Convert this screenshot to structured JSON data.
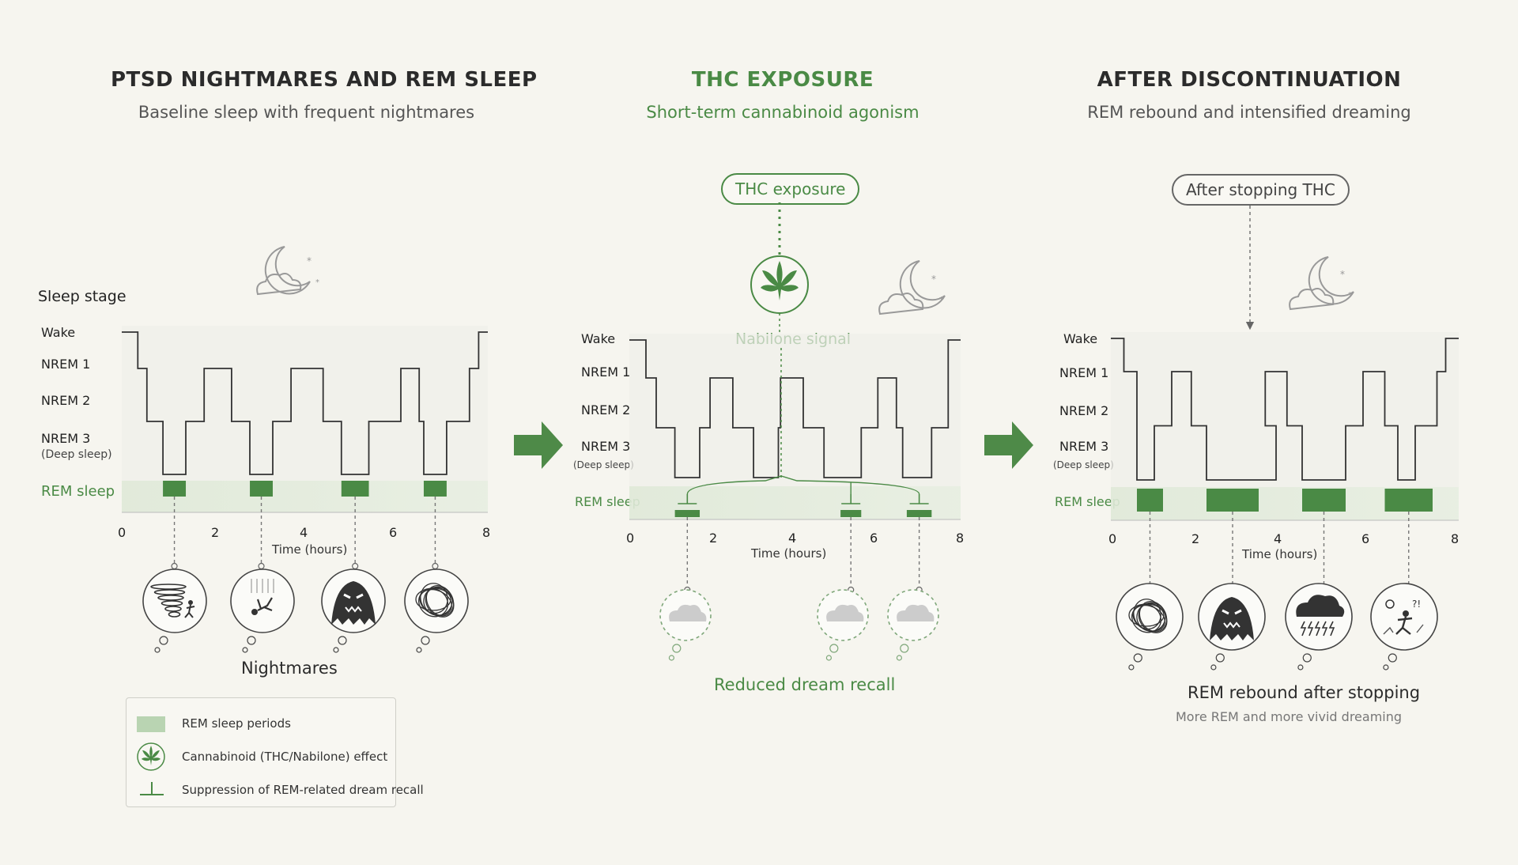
{
  "panels": [
    {
      "title": "PTSD NIGHTMARES AND REM SLEEP",
      "subtitle": "Baseline sleep with frequent nightmares"
    },
    {
      "title": "THC EXPOSURE",
      "subtitle": "Short-term cannabinoid agonism"
    },
    {
      "title": "AFTER DISCONTINUATION",
      "subtitle": "REM rebound and intensified dreaming"
    }
  ],
  "y_axis_title": "Sleep stage",
  "stage_labels": {
    "wake": "Wake",
    "nrem1": "NREM 1",
    "nrem2": "NREM 2",
    "nrem3": "NREM 3",
    "deep": "(Deep sleep)",
    "rem": "REM sleep"
  },
  "x_axis": {
    "label": "Time (hours)",
    "ticks": [
      "0",
      "2",
      "4",
      "6",
      "8"
    ]
  },
  "pills": {
    "thc": "THC exposure",
    "after": "After stopping THC"
  },
  "nabilone_signal": "Nabilone signal",
  "captions": {
    "nightmares": "Nightmares",
    "reduced": "Reduced dream recall",
    "rebound": "REM rebound after stopping",
    "rebound_sub": "More REM and more vivid dreaming"
  },
  "legend": [
    {
      "text": "REM sleep periods"
    },
    {
      "text": "Cannabinoid (THC/Nabilone) effect"
    },
    {
      "text": "Suppression of REM-related dream recall"
    }
  ],
  "colors": {
    "accent_green": "#4a8a45",
    "rem_band": "#dfe9d8",
    "rem_bar": "#4a8a45",
    "text": "#2b2b2b"
  },
  "dream_icons": {
    "panel1": [
      "tornado-icon",
      "falling-person-icon",
      "ghost-icon",
      "scribble-icon"
    ],
    "panel2": [
      "faded-cloud-icon",
      "faded-cloud-icon",
      "faded-cloud-icon"
    ],
    "panel3": [
      "scribble-icon",
      "monster-icon",
      "storm-cloud-icon",
      "chaos-scene-icon"
    ]
  },
  "chart_data": [
    {
      "type": "line",
      "panel": "PTSD NIGHTMARES AND REM SLEEP",
      "xlabel": "Time (hours)",
      "ylabel": "Sleep stage",
      "xlim": [
        0,
        8
      ],
      "stages": [
        "Wake",
        "NREM 1",
        "NREM 2",
        "NREM 3",
        "REM sleep"
      ],
      "rem_periods_hours": [
        [
          0.9,
          1.4
        ],
        [
          2.8,
          3.3
        ],
        [
          4.8,
          5.4
        ],
        [
          6.6,
          7.1
        ]
      ]
    },
    {
      "type": "line",
      "panel": "THC EXPOSURE",
      "xlabel": "Time (hours)",
      "ylabel": "Sleep stage",
      "xlim": [
        0,
        8
      ],
      "stages": [
        "Wake",
        "NREM 1",
        "NREM 2",
        "NREM 3",
        "REM sleep"
      ],
      "rem_periods_hours": [
        [
          1.1,
          1.7
        ],
        [
          5.1,
          5.6
        ],
        [
          6.7,
          7.3
        ]
      ]
    },
    {
      "type": "line",
      "panel": "AFTER DISCONTINUATION",
      "xlabel": "Time (hours)",
      "ylabel": "Sleep stage",
      "xlim": [
        0,
        8
      ],
      "stages": [
        "Wake",
        "NREM 1",
        "NREM 2",
        "NREM 3",
        "REM sleep"
      ],
      "rem_periods_hours": [
        [
          0.6,
          1.2
        ],
        [
          2.2,
          3.4
        ],
        [
          4.4,
          5.4
        ],
        [
          6.3,
          7.4
        ]
      ]
    }
  ]
}
